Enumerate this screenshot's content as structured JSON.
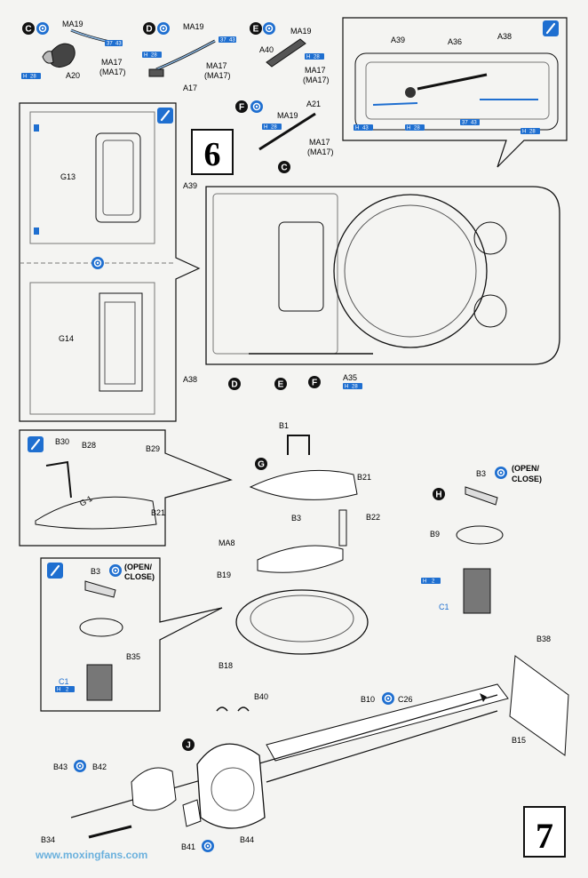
{
  "steps": {
    "six": "6",
    "seven": "7"
  },
  "circles": {
    "c": "C",
    "d": "D",
    "e": "E",
    "f": "F",
    "g": "G",
    "h": "H",
    "j": "J"
  },
  "labels": {
    "ma19": "MA19",
    "ma17": "MA17",
    "ma17p": "(MA17)",
    "a20": "A20",
    "a17": "A17",
    "a40": "A40",
    "a21": "A21",
    "a39": "A39",
    "a36": "A36",
    "a38": "A38",
    "a35": "A35",
    "g13": "G13",
    "g14": "G14",
    "b1": "B1",
    "b21": "B21",
    "b3": "B3",
    "b22": "B22",
    "ma8": "MA8",
    "b19": "B19",
    "b18": "B18",
    "b30": "B30",
    "b28": "B28",
    "b29": "B29",
    "b35": "B35",
    "c1": "C1",
    "b9": "B9",
    "b38": "B38",
    "b10": "B10",
    "c26": "C26",
    "b15": "B15",
    "b40": "B40",
    "b43": "B43",
    "b42": "B42",
    "b34": "B34",
    "b41": "B41",
    "b44": "B44",
    "open_close_1": "(OPEN/",
    "open_close_2": "CLOSE)"
  },
  "pills": {
    "h": "H",
    "p37": "37",
    "p43": "43",
    "p28": "28",
    "p2": "2"
  },
  "hand_marks": {
    "g21": "G 1"
  },
  "watermark": "www.moxingfans.com",
  "colors": {
    "accent": "#1f6fd0",
    "line": "#1a1a1a",
    "paint_blue": "#5aa0e0",
    "page": "#f4f4f2"
  }
}
